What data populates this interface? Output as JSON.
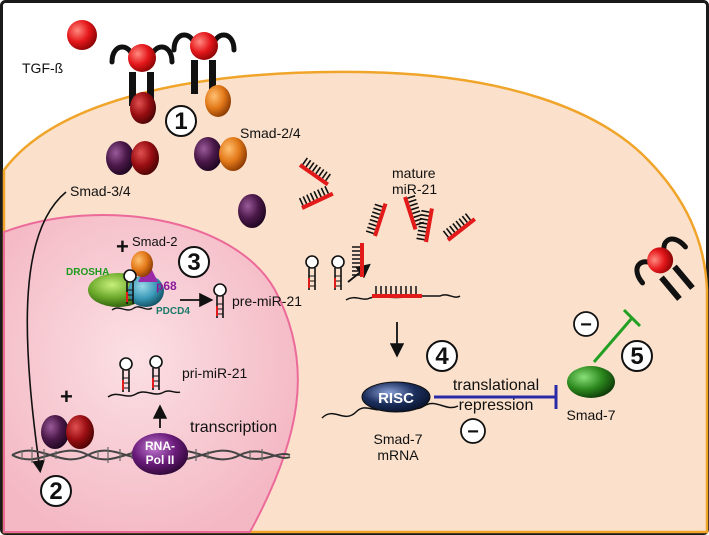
{
  "labels": {
    "tgf_beta": "TGF-ß",
    "smad_2_4": "Smad-2/4",
    "smad_3_4": "Smad-3/4",
    "smad_2": "Smad-2",
    "drosha": "DROSHA",
    "p68": "p68",
    "pdcd4": "PDCD4",
    "pre_mir21": "pre-miR-21",
    "pri_mir21": "pri-miR-21",
    "mature_line1": "mature",
    "mature_line2": "miR-21",
    "risc": "RISC",
    "translational": "translational",
    "repression": "repression",
    "smad7_mrna_line1": "Smad-7",
    "smad7_mrna_line2": "mRNA",
    "smad7": "Smad-7",
    "transcription": "transcription",
    "rna_pol_line1": "RNA-",
    "rna_pol_line2": "Pol II",
    "plus": "+",
    "minus": "−"
  },
  "steps": [
    "1",
    "2",
    "3",
    "4",
    "5"
  ],
  "colors": {
    "frame": "#1a1a1a",
    "cytoplasm": "#fbe1cc",
    "cell_border": "#f0a52a",
    "nucleus": "#f7c8d0",
    "nucleus_border": "#ec6a9a",
    "ligand_red": "#e5171b",
    "smad_dark_red": "#9a0e12",
    "smad_purple": "#4a1848",
    "smad_orange": "#e27818",
    "smad7_green": "#2d8a1e",
    "risc_navy": "#1b2e5c",
    "pol_purple": "#6a1b7a",
    "transcription_blue": "#2222aa",
    "inhibit_green": "#23a023",
    "repression_blue": "#2a2aa8",
    "rna_red": "#e31a1a",
    "drosha_text": "#1c9a1c",
    "p68_text": "#8a1a9a",
    "pdcd4_text": "#1a7a6a"
  }
}
